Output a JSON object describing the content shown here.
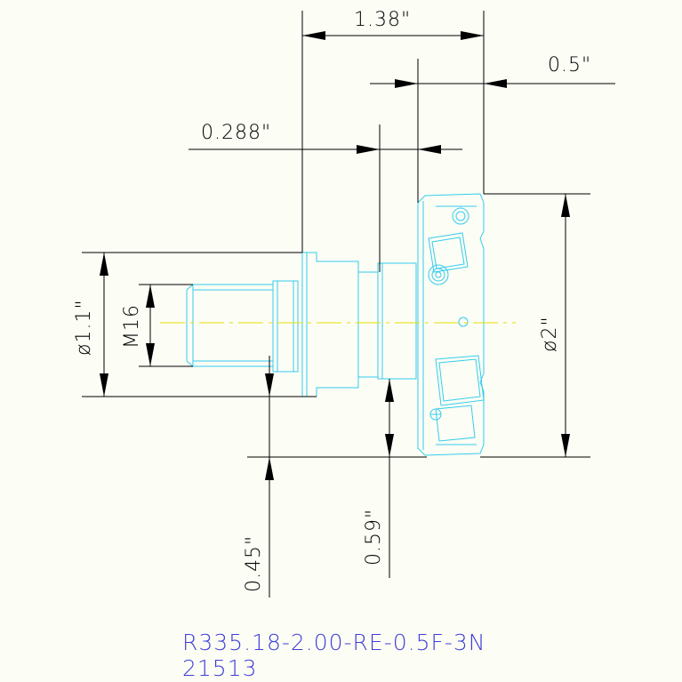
{
  "dimensions": {
    "overall_length": "1.38\"",
    "insert_projection": "0.5\"",
    "flange_width": "0.288\"",
    "shank_diameter": "ø1.1\"",
    "thread": "M16",
    "cutter_diameter": "ø2\"",
    "offset_a": "0.45\"",
    "offset_b": "0.59\""
  },
  "part_number": {
    "line1": "R335.18-2.00-RE-0.5F-3N",
    "line2": "21513"
  },
  "colors": {
    "dimension": "#000000",
    "part_outline": "#33ccee",
    "center_line": "#e8e000",
    "part_number_text": "#3f3fd8",
    "background": "#fcfdf5"
  }
}
